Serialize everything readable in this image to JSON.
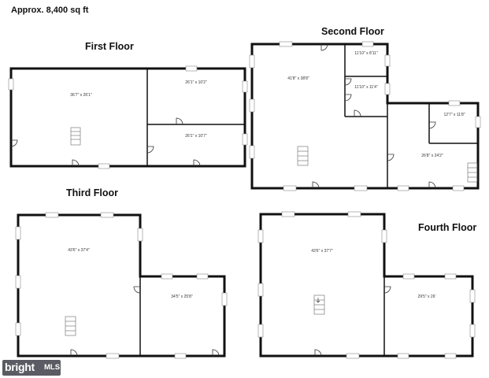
{
  "header": {
    "area_label": "Approx. 8,400 sq ft"
  },
  "floors": {
    "first": {
      "title": "First Floor",
      "rooms": [
        "36'7\" x 26'1\"",
        "26'1\" x 10'2\"",
        "26'1\" x 10'7\""
      ]
    },
    "second": {
      "title": "Second Floor",
      "rooms": [
        "41'8\" x 38'8\"",
        "11'10\" x 8'11\"",
        "11'10\" x 11'4\"",
        "12'7\" x 11'8\"",
        "26'8\" x 24'2\""
      ]
    },
    "third": {
      "title": "Third Floor",
      "rooms": [
        "43'6\" x 37'4\"",
        "34'5\" x 25'8\""
      ]
    },
    "fourth": {
      "title": "Fourth Floor",
      "rooms": [
        "43'6\" x 37'7\"",
        "29'5\" x 26'"
      ]
    }
  },
  "watermark": {
    "brand": "bright",
    "suffix": "MLS"
  },
  "colors": {
    "wall": "#111111",
    "window": "#c9cfd2",
    "logo_bg": "#5b5b63"
  }
}
